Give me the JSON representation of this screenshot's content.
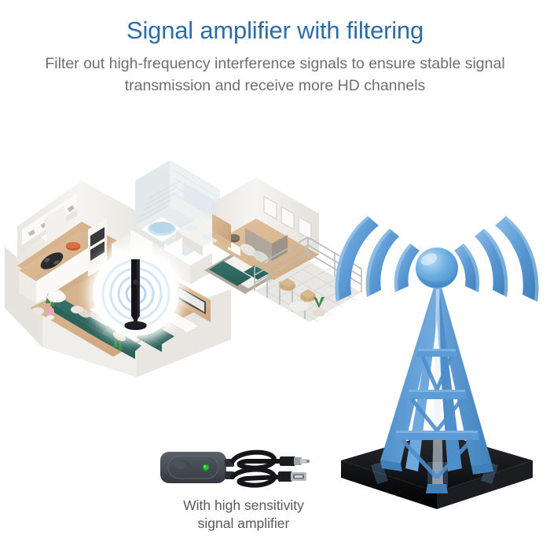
{
  "header": {
    "title": "Signal amplifier with filtering",
    "subtitle_line1": "Filter out high-frequency interference signals to ensure stable",
    "subtitle_line2": "signal transmission and receive more HD channels",
    "title_color": "#2e6ca8",
    "subtitle_color": "#6f6f6f"
  },
  "product": {
    "caption_line1": "With high sensitivity",
    "caption_line2": "signal amplifier",
    "caption_color": "#595959",
    "body_color": "#4a5058",
    "led_color": "#2fbe32",
    "cable_color": "#15161a",
    "connectors": [
      "coax-f-connector",
      "usb-a-connector"
    ]
  },
  "tower": {
    "name": "broadcast-tower",
    "body_color": "#5d9bd6",
    "body_color_dark": "#3a7cb8",
    "sphere_color": "#66aade",
    "base_color": "#121315",
    "arc_count_per_side": 3,
    "arc_color_light": "#79b2e2",
    "arc_color_dark": "#3a7cb8"
  },
  "antenna": {
    "name": "indoor-tv-antenna",
    "device_color": "#141418",
    "ring_color": "#a9cfee",
    "ring_count": 4,
    "spotlight_color": "#ffffff"
  },
  "floorplan": {
    "name": "isometric-apartment-floorplan",
    "wall_color": "#f3f1ee",
    "floor_color": "#d4b391",
    "accent_teal": "#2f6a62",
    "rooms": [
      {
        "name": "kitchen",
        "items": [
          "cabinets",
          "range-hood",
          "oven-stack",
          "countertop",
          "cooktop"
        ]
      },
      {
        "name": "bathroom",
        "items": [
          "bathtub",
          "vanity",
          "mirror",
          "tiled-wall",
          "potted-plant"
        ]
      },
      {
        "name": "bedroom",
        "items": [
          "double-bed",
          "teal-throw",
          "headboard",
          "nightstand",
          "table-lamp",
          "wall-frames"
        ]
      },
      {
        "name": "living-room",
        "items": [
          "sectional-sofa",
          "armchair",
          "ottoman",
          "area-rug",
          "tv-panel",
          "media-console"
        ]
      },
      {
        "name": "balcony",
        "items": [
          "rattan-chairs",
          "side-table",
          "railing",
          "potted-plants"
        ]
      }
    ]
  }
}
